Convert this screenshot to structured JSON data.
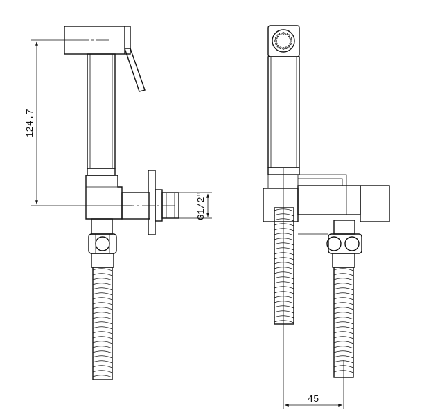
{
  "drawing": {
    "dimensions": {
      "height_label": "124.7",
      "thread_label": "G1/2\"",
      "spacing_label": "45"
    },
    "colors": {
      "line": "#111111",
      "background": "#ffffff"
    }
  }
}
